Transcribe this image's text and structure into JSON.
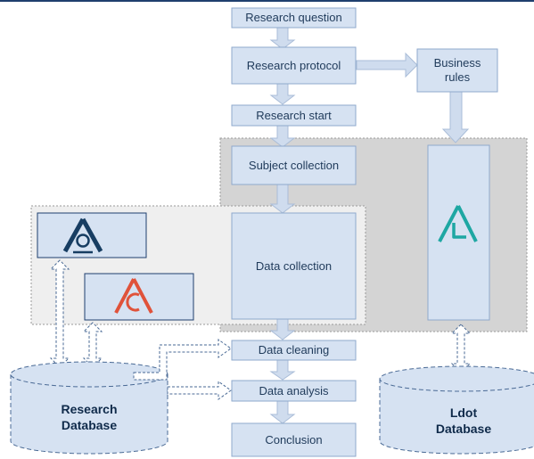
{
  "flow": {
    "research_question": "Research question",
    "research_protocol": "Research protocol",
    "research_start": "Research start",
    "subject_collection": "Subject collection",
    "data_collection": "Data collection",
    "data_cleaning": "Data cleaning",
    "data_analysis": "Data analysis",
    "conclusion": "Conclusion"
  },
  "business_rules": {
    "line1": "Business",
    "line2": "rules"
  },
  "databases": {
    "research": {
      "line1": "Research",
      "line2": "Database"
    },
    "ldot": {
      "line1": "Ldot",
      "line2": "Database"
    }
  },
  "logos": {
    "q_logo": "a-q-logo-icon",
    "c_logo": "a-c-logo-icon",
    "l_logo": "a-l-logo-icon"
  },
  "colors": {
    "box_fill": "#d6e2f2",
    "box_stroke": "#8fa9cc",
    "arrow_fill": "#cfdcee",
    "gray_region": "#d4d4d4",
    "light_region": "#efefef",
    "navy": "#1f3f6e",
    "logo_dark": "#173d62",
    "logo_red": "#e0523a",
    "logo_teal": "#1ea7a3"
  }
}
